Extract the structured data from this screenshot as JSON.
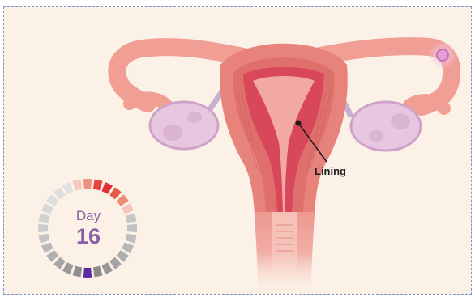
{
  "diagram": {
    "label": "Lining"
  },
  "cycle_tracker": {
    "day_word": "Day",
    "day_number": "16",
    "total_segments": 28,
    "current_segment_index": 0,
    "segments": [
      {
        "day": 16,
        "color": "#5b2aa0"
      },
      {
        "day": 17,
        "color": "#8f8f8f"
      },
      {
        "day": 18,
        "color": "#9b9b9b"
      },
      {
        "day": 19,
        "color": "#a7a7a7"
      },
      {
        "day": 20,
        "color": "#b0b0b0"
      },
      {
        "day": 21,
        "color": "#b9b9b9"
      },
      {
        "day": 22,
        "color": "#c4c4c4"
      },
      {
        "day": 23,
        "color": "#cccccc"
      },
      {
        "day": 24,
        "color": "#d2d2d2"
      },
      {
        "day": 25,
        "color": "#d8d8d8"
      },
      {
        "day": 26,
        "color": "#dcdcdc"
      },
      {
        "day": 27,
        "color": "#dedede"
      },
      {
        "day": 28,
        "color": "#e0e0e0"
      },
      {
        "day": 1,
        "color": "#f4c8bc"
      },
      {
        "day": 2,
        "color": "#ef8f80"
      },
      {
        "day": 3,
        "color": "#e8453d"
      },
      {
        "day": 4,
        "color": "#e2303a"
      },
      {
        "day": 5,
        "color": "#e65a4e"
      },
      {
        "day": 6,
        "color": "#ee8a78"
      },
      {
        "day": 7,
        "color": "#f5c7bb"
      },
      {
        "day": 8,
        "color": "#c7c7c7"
      },
      {
        "day": 9,
        "color": "#c2c2c2"
      },
      {
        "day": 10,
        "color": "#bdbdbd"
      },
      {
        "day": 11,
        "color": "#b6b6b6"
      },
      {
        "day": 12,
        "color": "#aeaeae"
      },
      {
        "day": 13,
        "color": "#a3a3a3"
      },
      {
        "day": 14,
        "color": "#979797"
      },
      {
        "day": 15,
        "color": "#8a8a8a"
      }
    ]
  },
  "colors": {
    "background": "#fbf1e6",
    "tissue_outer": "#f19e94",
    "tissue_mid": "#e8837c",
    "lining": "#d8475a",
    "ovary": "#e7c6e0",
    "ovary_edge": "#cfa2c9",
    "follicle_glow": "#e5a6d8",
    "accent_text": "#8a5fa3"
  }
}
